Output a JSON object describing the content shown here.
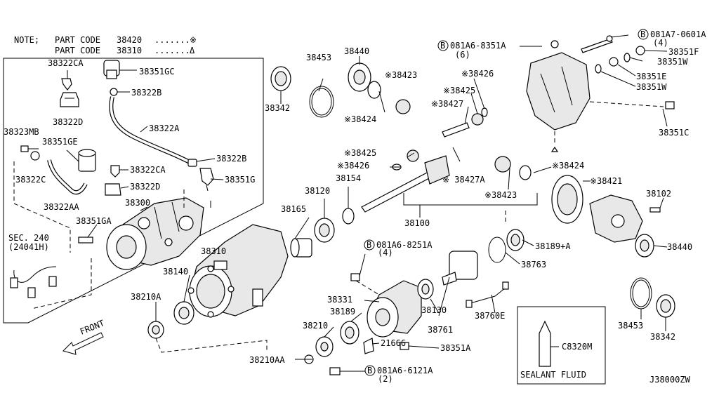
{
  "note": {
    "title": "NOTE;",
    "line1_label": "PART CODE",
    "line1_code": "38420",
    "line1_dots": ".......",
    "line1_mark": "※",
    "line2_label": "PART CODE",
    "line2_code": "38310",
    "line2_dots": ".......",
    "line2_mark": "Δ"
  },
  "labels": {
    "l38322CA_top": "38322CA",
    "l38351GC": "38351GC",
    "l38322B_top": "38322B",
    "l38322D_top": "38322D",
    "l38322A": "38322A",
    "l38323MB": "38323MB",
    "l38351GE": "38351GE",
    "l38322C": "38322C",
    "l38322B_mid": "38322B",
    "l38322CA_mid": "38322CA",
    "l38351G": "38351G",
    "l38322D_mid": "38322D",
    "l38322AA": "38322AA",
    "l38300": "38300",
    "l38351GA": "38351GA",
    "sec240_a": "SEC. 240",
    "sec240_b": "(24041H)",
    "l38453_top": "38453",
    "l38440_top": "38440",
    "l38342_top": "38342",
    "l38423_top": "※38423",
    "l38424_top": "※38424",
    "l38426_top": "※38426",
    "l38425_top": "※38425",
    "l38427": "※38427",
    "bolt1_code": "081A6-8351A",
    "bolt1_qty": "(6)",
    "bolt2_code": "081A7-0601A",
    "bolt2_qty": "(4)",
    "l38351F": "38351F",
    "l38351W_a": "38351W",
    "l38351E": "38351E",
    "l38351W_b": "38351W",
    "l38351C": "38351C",
    "l38425_mid": "※38425",
    "l38426_mid": "※38426",
    "l38427A": "※ 38427A",
    "l38424_mid": "※38424",
    "l38423_mid": "※38423",
    "l38421": "※38421",
    "l38154": "38154",
    "l38120": "38120",
    "l38102": "38102",
    "l38165": "38165",
    "l38100": "38100",
    "bolt3_code": "081A6-8251A",
    "bolt3_qty": "(4)",
    "l38189A": "38189+A",
    "l38440_right": "38440",
    "l38310": "38310",
    "l38140": "38140",
    "l38763": "38763",
    "l38210A": "38210A",
    "l38331": "38331",
    "l38189": "38189",
    "l38130": "38130",
    "l38760E": "38760E",
    "l38210": "38210",
    "l38761": "38761",
    "l38453_right": "38453",
    "l38342_right": "38342",
    "l21666": "21666",
    "l38351A": "38351A",
    "l38210AA": "38210AA",
    "bolt4_code": "081A6-6121A",
    "bolt4_qty": "(2)",
    "front": "FRONT",
    "c8320m": "C8320M",
    "sealant": "SEALANT FLUID",
    "diagram_id": "J38000ZW",
    "bolt_symbol": "B"
  }
}
